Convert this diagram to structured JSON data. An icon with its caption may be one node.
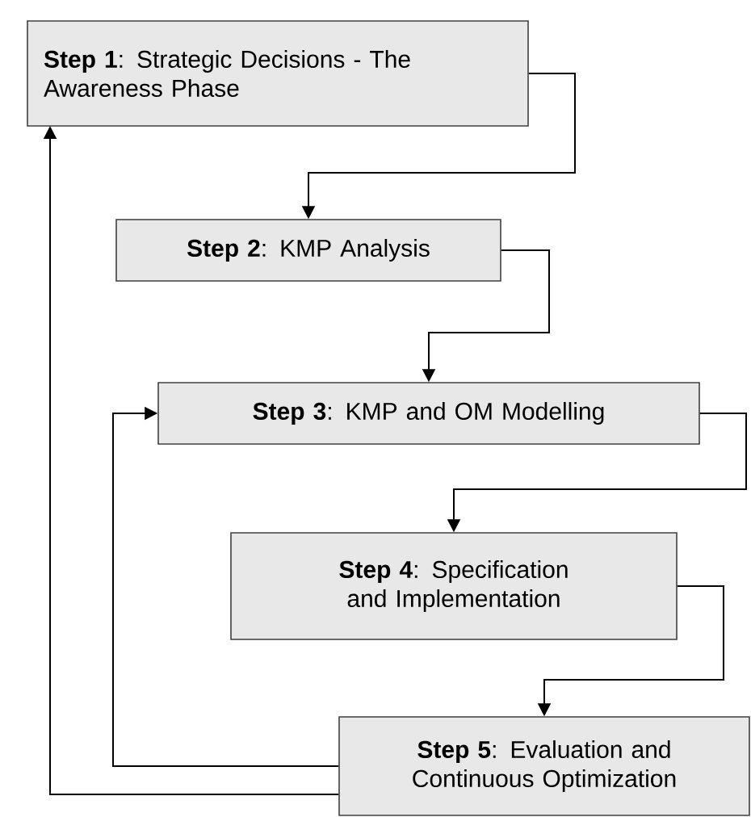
{
  "diagram": {
    "nodes": [
      {
        "text": [
          "**Step 1**: Strategic Decisions - The Awareness Phase"
        ]
      },
      {
        "text": [
          "**Step 2**: KMP Analysis"
        ]
      },
      {
        "text": [
          "**Step 3**: KMP and OM Modelling"
        ]
      },
      {
        "text": [
          "**Step 4**: Specification and Implementation"
        ]
      },
      {
        "text": [
          "**Step 5**: Evaluation and Continuous Optimization"
        ]
      }
    ],
    "edges": [
      {
        "from": 0,
        "to": 1,
        "arrow": "to"
      },
      {
        "from": 1,
        "to": 2,
        "arrow": "to"
      },
      {
        "from": 2,
        "to": 3,
        "arrow": "to"
      },
      {
        "from": 3,
        "to": 4,
        "arrow": "to"
      },
      {
        "from": 4,
        "to": 2,
        "arrow": "to"
      },
      {
        "from": 4,
        "to": 0,
        "arrow": "to"
      }
    ]
  }
}
